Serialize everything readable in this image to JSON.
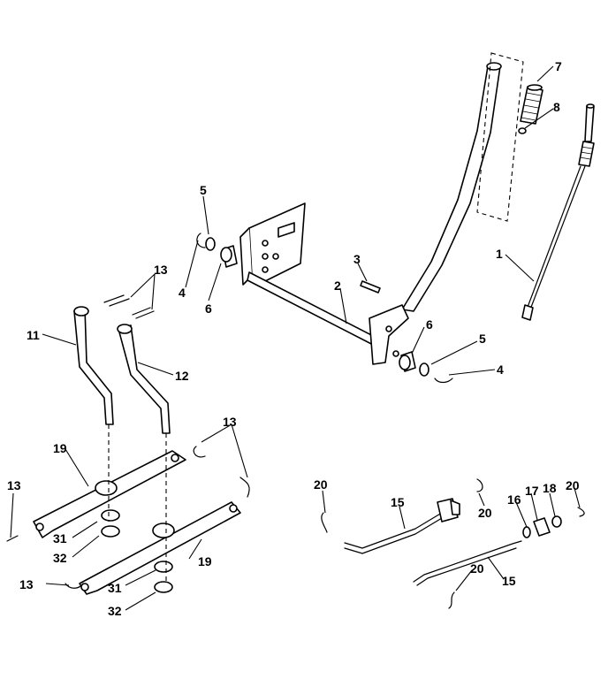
{
  "labels": {
    "p1": "1",
    "p2": "2",
    "p3": "3",
    "p4a": "4",
    "p4b": "4",
    "p5a": "5",
    "p5b": "5",
    "p6a": "6",
    "p6b": "6",
    "p7": "7",
    "p8": "8",
    "p11": "11",
    "p12": "12",
    "p13a": "13",
    "p13b": "13",
    "p13c": "13",
    "p13d": "13",
    "p15a": "15",
    "p15b": "15",
    "p16": "16",
    "p17": "17",
    "p18": "18",
    "p19a": "19",
    "p19b": "19",
    "p20a": "20",
    "p20b": "20",
    "p20c": "20",
    "p20d": "20",
    "p31a": "31",
    "p31b": "31",
    "p32a": "32",
    "p32b": "32"
  }
}
